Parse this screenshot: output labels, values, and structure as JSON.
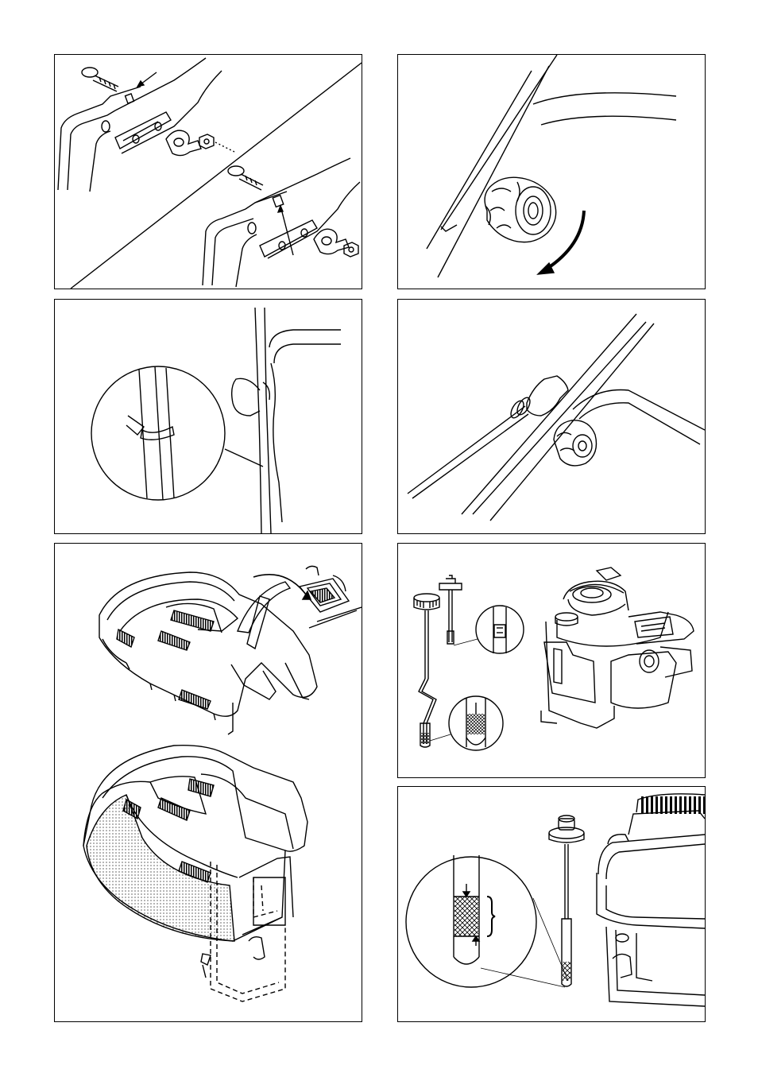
{
  "page": {
    "background": "#ffffff",
    "ink": "#000000"
  },
  "figures": [
    {
      "id": 1,
      "subject": "handle-bolt-assembly-icon"
    },
    {
      "id": 2,
      "subject": "handle-knob-tighten-icon"
    },
    {
      "id": 3,
      "subject": "cable-clip-detail-icon"
    },
    {
      "id": 4,
      "subject": "handle-fold-knob-icon"
    },
    {
      "id": 5,
      "subject": "grass-catcher-assembly-icon"
    },
    {
      "id": 6,
      "subject": "engine-dipstick-check-icon"
    },
    {
      "id": 7,
      "subject": "oil-level-dipstick-icon"
    }
  ]
}
